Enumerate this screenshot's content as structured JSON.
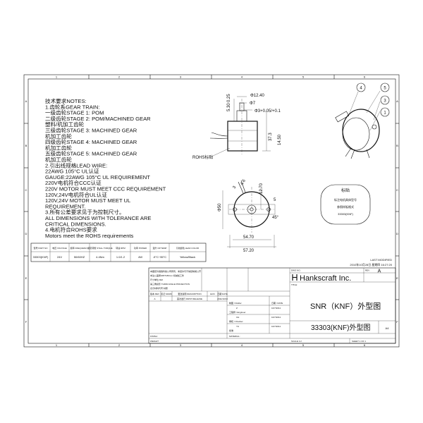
{
  "border": {
    "columns_top": [
      "1",
      "2",
      "3",
      "4",
      "5",
      "6"
    ],
    "columns_bottom": [
      "1",
      "2",
      "3",
      "4",
      "5",
      "6"
    ],
    "rows_left": [
      "A",
      "B",
      "C",
      "D",
      "E",
      "F"
    ],
    "rows_right": [
      "A",
      "B",
      "C",
      "D",
      "E",
      "F"
    ]
  },
  "notes": {
    "lines": [
      "技术要求NOTES:",
      "1.齿轮系GEAR TRAIN:",
      "一级齿轮STAGE 1:    POM",
      "二级齿轮STAGE 2:    POM/MACHINED GEAR",
      "塑料/机加工齿轮",
      "三级齿轮STAGE 3:    MACHINED GEAR",
      "机加工齿轮",
      "四级齿轮STAGE 4:    MACHINED GEAR",
      "机加工齿轮",
      "五级齿轮STAGE 5:    MACHINED GEAR",
      "机加工齿轮",
      "2.引出线规格LEAD WIRE:",
      "   22AWG  105°C  UL认证",
      "   GAUGE:22AWG 105°C UL REQUIREMENT",
      "   220V电机符合CCC认证",
      "   220V MOTOR MUST MEET CCC REQUIREMENT",
      "   120V,24V电机符合UL认证",
      "   120V,24V MOTOR MUST MEET UL",
      "REQUIREMENT.",
      "3.所有公差要求见于为控制尺寸。",
      "   ALL DIMENSIONS WITH TOLERANCE ARE",
      "CRITICAL DIMENSIONS.",
      "4.电机符合ROHS要求",
      "Motors meet the ROHS requirements"
    ]
  },
  "spec_table": {
    "headers": [
      "型号 PART NO",
      "电压 VOLTAGE",
      "频率 FREQUENCY",
      "额定转矩 STALL TORQUE",
      "转速 RPM",
      "功率 POWER",
      "温升 OP.TEMP",
      "引线颜色 LEAD COLOR"
    ],
    "row": [
      "33303(KNF)",
      "24V",
      "50/60HZ",
      "4.4Nm",
      "1.0/1.2",
      "4W",
      "-5°C~55°C",
      "Yellow/Black"
    ]
  },
  "dimensions": {
    "d1": "Φ12.40",
    "d2": "Φ7",
    "d3": "Φ3+0.05/+0.1",
    "d4": "5.30",
    "d5": "0.25",
    "d6": "37.3",
    "d7": "14.50",
    "d8": "3",
    "d9": "4.6",
    "d10": "12.70",
    "d11": "Φ50",
    "d12": "5",
    "d13": "54.70",
    "d14": "57.20",
    "d15": "45°"
  },
  "rohs_label": "ROHS标贴",
  "balloons": [
    "4",
    "5",
    "3",
    "1"
  ],
  "label_box": {
    "title": "标贴",
    "lines": [
      "标注电机具体型号",
      "参照样板格式",
      "33303(KNF)"
    ]
  },
  "last_modified": {
    "title": "LAST MODIFIED",
    "date": "2010年10月28日 星期四 16:27:20"
  },
  "title_block": {
    "company": "Hankscraft Inc.",
    "title_cn": "SNR（KNF）外型图",
    "title_part": "33303(KNF)外型图",
    "size": "A4",
    "rev": "A",
    "sheet": "SHEET 1 OF 1",
    "scale": "SCALE 1:2",
    "dwg_no_label": "DWG NO.",
    "rev_label": "REV",
    "title_label": "TITLE:",
    "weight_label": "WEIGHT:",
    "material_label": "MATERIAL:",
    "finish_label": "FINISH:",
    "drawn_label": "制图 / Drafter",
    "engineer_label": "工程师 / Engineer",
    "checker_label": "审核 / Checker",
    "approve_label": "批准",
    "date_label": "日期 / DATE",
    "drawn_name": "Z",
    "engineer_name": "CH",
    "checker_name": "YU",
    "date1": "10/7/2011",
    "date2": "10/7/2011",
    "date3": "10/7/2011",
    "rev_headers": [
      "版本 REV",
      "标记 MARK",
      "更改说明 DESCRIPTION",
      "ECN",
      "日期 DATE",
      "签名 APPD"
    ],
    "rev_row": [
      "A",
      "",
      "首次发行 FIRST RELEASE",
      "",
      "2011/10/10",
      ""
    ],
    "dim_note": "未注公差按GB/T1804-m 机械加工件",
    "tol_note": "尺寸单位 MM",
    "proj_note": "第三角投影 THIRD ANGLE PROJECTION",
    "code_note": "表示材料代号 材质",
    "confidential": "本图纸为恒锦科技公司所有，未经许可不得复制或公开"
  }
}
